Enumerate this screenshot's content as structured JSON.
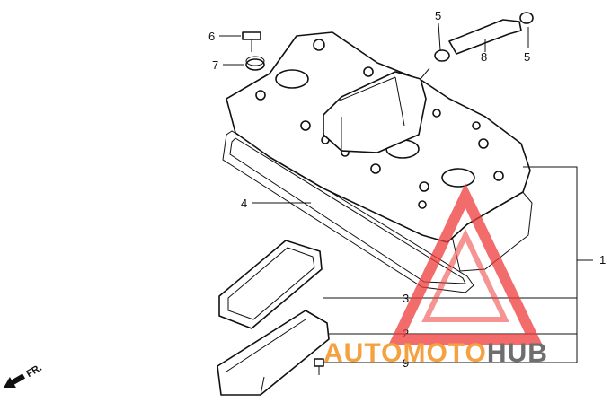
{
  "callouts": [
    {
      "id": "c1",
      "label": "1"
    },
    {
      "id": "c2",
      "label": "2"
    },
    {
      "id": "c3",
      "label": "3"
    },
    {
      "id": "c4",
      "label": "4"
    },
    {
      "id": "c5a",
      "label": "5"
    },
    {
      "id": "c5b",
      "label": "5"
    },
    {
      "id": "c6",
      "label": "6"
    },
    {
      "id": "c7",
      "label": "7"
    },
    {
      "id": "c8",
      "label": "8"
    },
    {
      "id": "c9",
      "label": "9"
    }
  ],
  "direction_label": "FR.",
  "watermark": {
    "word_orange": "AUTOMOTO",
    "word_gray": "HUB",
    "color_orange": "#f5a142",
    "color_gray": "#6e6e6e",
    "color_red": "#ee3b3b"
  }
}
